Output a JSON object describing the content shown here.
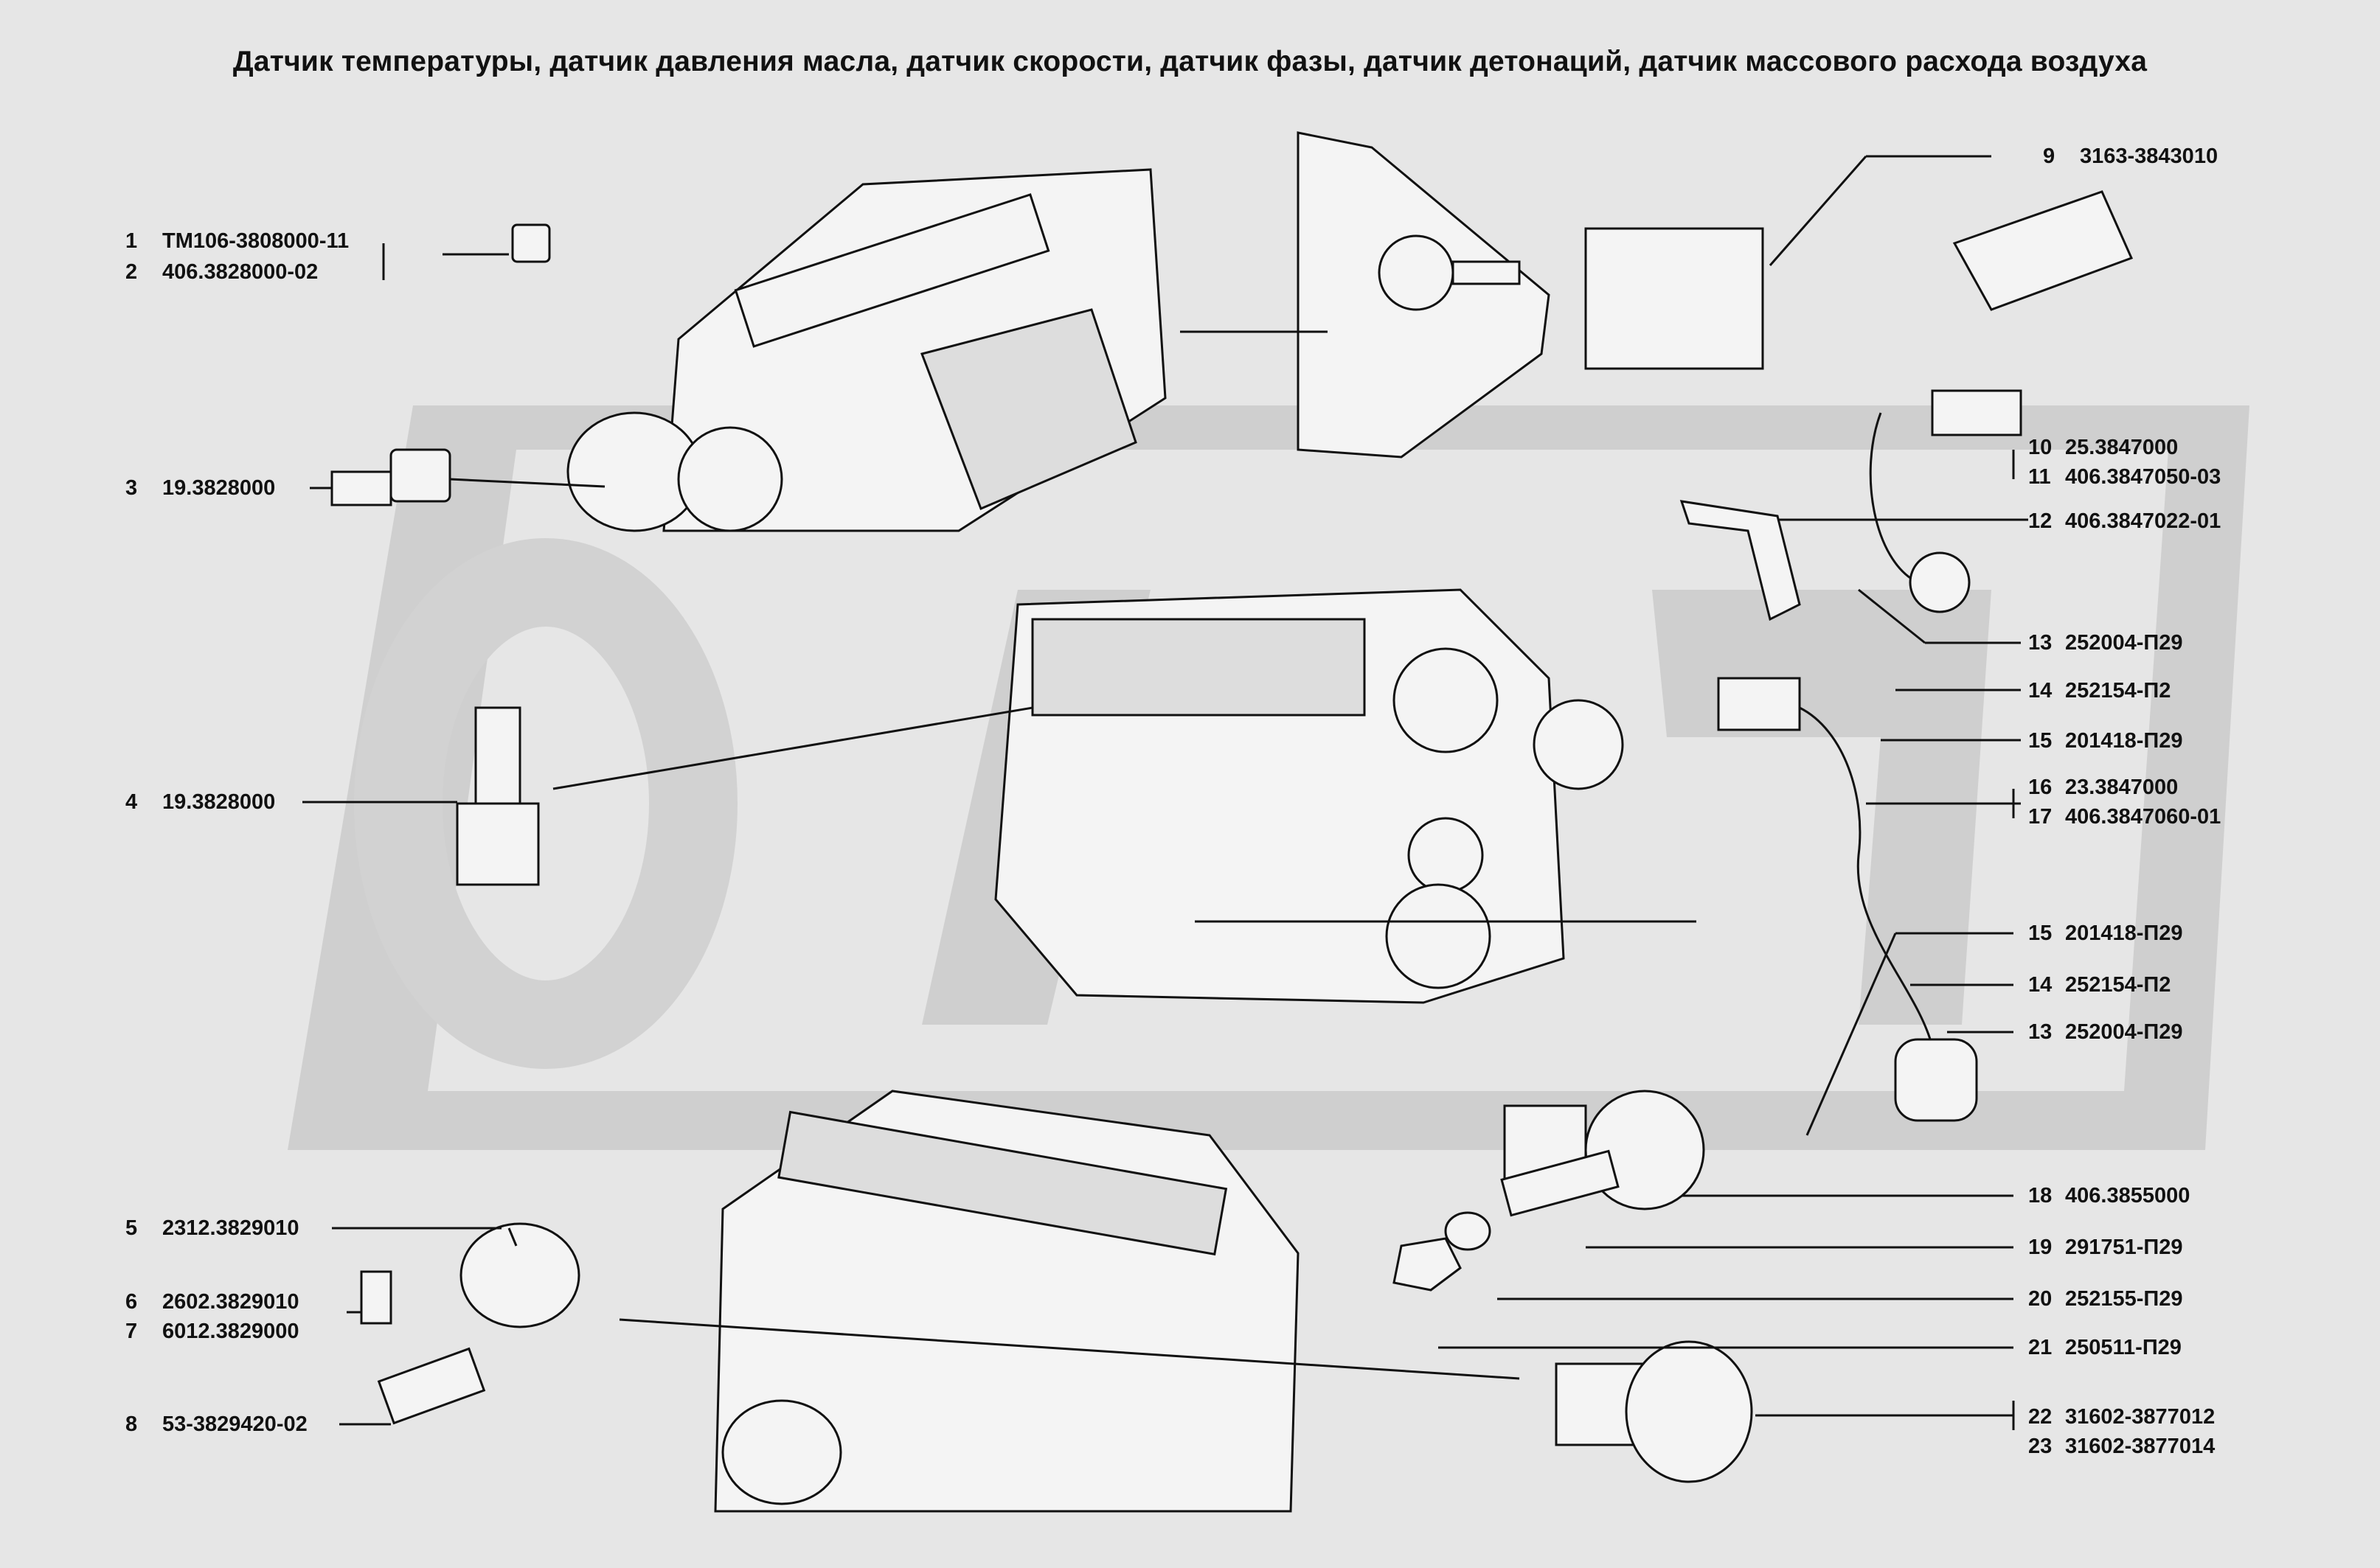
{
  "title": "Датчик температуры, датчик давления масла, датчик скорости, датчик фазы, датчик детонаций, датчик массового расхода воздуха",
  "colors": {
    "background": "#e6e6e6",
    "watermark": "#cfcfcf",
    "line": "#111111",
    "part_fill": "#f4f4f4"
  },
  "callouts": [
    {
      "num": "1",
      "code": "ТМ106-3808000-11"
    },
    {
      "num": "2",
      "code": "406.3828000-02"
    },
    {
      "num": "3",
      "code": "19.3828000"
    },
    {
      "num": "4",
      "code": "19.3828000"
    },
    {
      "num": "5",
      "code": "2312.3829010"
    },
    {
      "num": "6",
      "code": "2602.3829010"
    },
    {
      "num": "7",
      "code": "6012.3829000"
    },
    {
      "num": "8",
      "code": "53-3829420-02"
    },
    {
      "num": "9",
      "code": "3163-3843010"
    },
    {
      "num": "10",
      "code": "25.3847000"
    },
    {
      "num": "11",
      "code": "406.3847050-03"
    },
    {
      "num": "12",
      "code": "406.3847022-01"
    },
    {
      "num": "13",
      "code": "252004-П29"
    },
    {
      "num": "14",
      "code": "252154-П2"
    },
    {
      "num": "15",
      "code": "201418-П29"
    },
    {
      "num": "16",
      "code": "23.3847000"
    },
    {
      "num": "17",
      "code": "406.3847060-01"
    },
    {
      "num": "15",
      "code": "201418-П29"
    },
    {
      "num": "14",
      "code": "252154-П2"
    },
    {
      "num": "13",
      "code": "252004-П29"
    },
    {
      "num": "18",
      "code": "406.3855000"
    },
    {
      "num": "19",
      "code": "291751-П29"
    },
    {
      "num": "20",
      "code": "252155-П29"
    },
    {
      "num": "21",
      "code": "250511-П29"
    },
    {
      "num": "22",
      "code": "31602-3877012"
    },
    {
      "num": "23",
      "code": "31602-3877014"
    }
  ]
}
